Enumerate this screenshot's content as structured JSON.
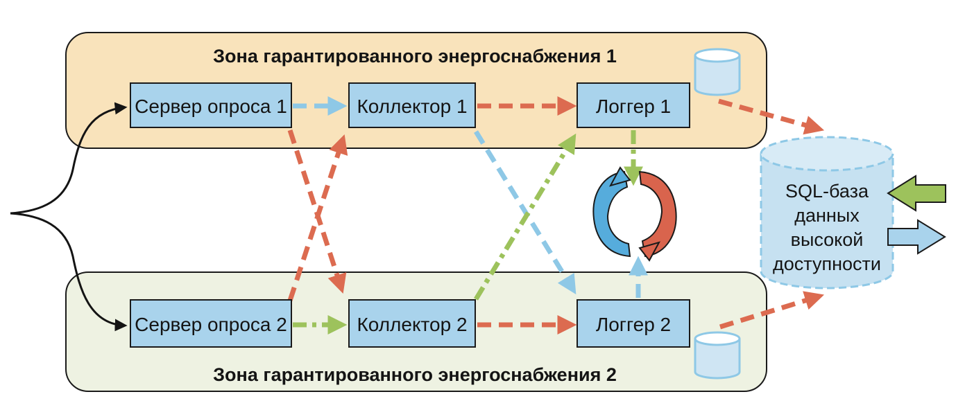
{
  "zones": {
    "zone1_title": "Зона гарантированного энергоснабжения 1",
    "zone2_title": "Зона гарантированного энергоснабжения 2"
  },
  "nodes": {
    "server1": "Сервер опроса 1",
    "collector1": "Коллектор 1",
    "logger1": "Логгер 1",
    "server2": "Сервер опроса 2",
    "collector2": "Коллектор 2",
    "logger2": "Логгер 2"
  },
  "database": {
    "lines": [
      "SQL-база",
      "данных",
      "высокой",
      "доступности"
    ]
  },
  "colors": {
    "zone1_fill": "#f9e3bb",
    "zone2_fill": "#eef2e2",
    "node_fill": "#a9d3ec",
    "red": "#dc6b50",
    "blue": "#8ec8e6",
    "green": "#9dc25c",
    "sync_blue": "#56acdc",
    "sync_red": "#d9644d"
  }
}
